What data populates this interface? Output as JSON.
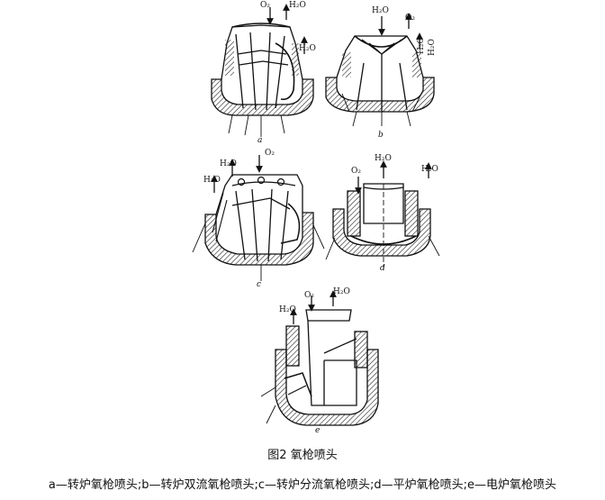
{
  "figure": {
    "caption": "图2 氧枪喷头",
    "legend": "a—转炉氧枪喷头;b—转炉双流氧枪喷头;c—转炉分流氧枪喷头;d—平炉氧枪喷头;e—电炉氧枪喷头"
  },
  "labels": {
    "o2": "O₂",
    "h2o": "H₂O"
  },
  "sublabels": {
    "a": "a",
    "b": "b",
    "c": "c",
    "d": "d",
    "e": "e"
  }
}
